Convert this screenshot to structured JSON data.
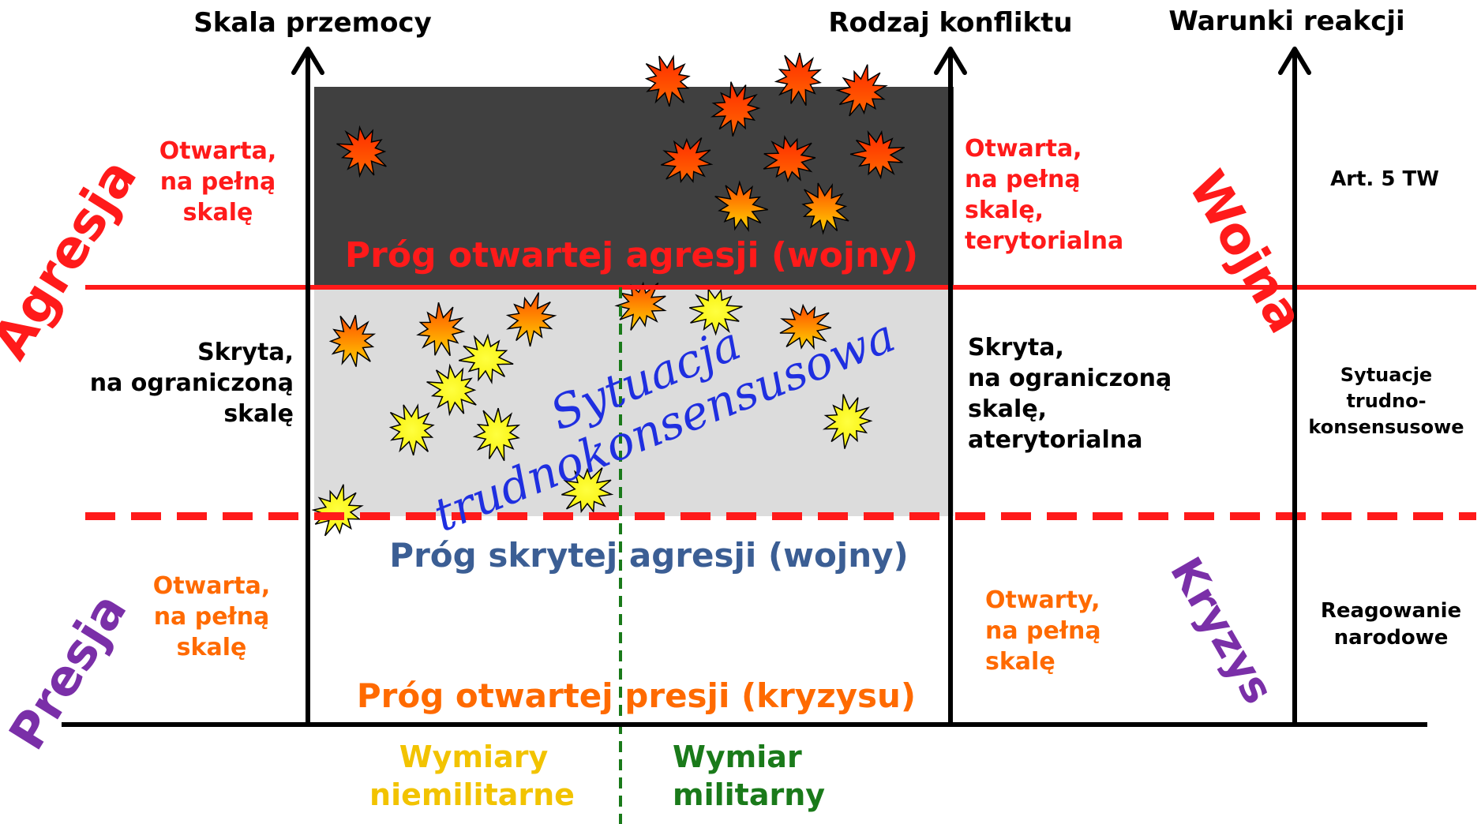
{
  "axes": {
    "violence_scale": "Skala przemocy",
    "conflict_type": "Rodzaj konfliktu",
    "reaction_conditions": "Warunki reakcji"
  },
  "side_labels": {
    "aggression": "Agresja",
    "pressure": "Presja",
    "war": "Wojna",
    "crisis": "Kryzys"
  },
  "left_column": {
    "open_aggression": [
      "Otwarta,",
      "na pełną",
      "skalę"
    ],
    "covert": [
      "Skryta,",
      "na ograniczoną",
      "skalę"
    ],
    "open_pressure": [
      "Otwarta,",
      "na pełną",
      "skalę"
    ]
  },
  "conflict_column": {
    "open_war": [
      "Otwarta,",
      "na pełną",
      "skalę,",
      "terytorialna"
    ],
    "covert_war": [
      "Skryta,",
      "na ograniczoną",
      "skalę,",
      "aterytorialna"
    ],
    "open_crisis": [
      "Otwarty,",
      "na pełną",
      "skalę"
    ]
  },
  "reaction_column": {
    "art5": "Art. 5 TW",
    "hard_consensus": [
      "Sytuacje",
      "trudno-",
      "konsensusowe"
    ],
    "national": [
      "Reagowanie",
      "narodowe"
    ]
  },
  "thresholds": {
    "open_aggression": "Próg otwartej agresji (wojny)",
    "covert_aggression": "Próg skrytej agresji (wojny)",
    "open_pressure": "Próg otwartej presji (kryzysu)"
  },
  "situation_label": [
    "Sytuacja",
    "trudnokonsensusowa"
  ],
  "dimensions": {
    "non_military": [
      "Wymiary",
      "niemilitarne"
    ],
    "military": [
      "Wymiar",
      "militarny"
    ]
  },
  "colors": {
    "red": "#ff1a1a",
    "orange": "#ff6a00",
    "purple": "#7a2fa8",
    "steel_blue": "#3b5e94",
    "navy_blue": "#1f2fe0",
    "yellow": "#f2c300",
    "green": "#1a7a1a",
    "dark_box": "#404040",
    "light_box": "#dcdcdc"
  },
  "icons": [
    "explosion-icon-red",
    "explosion-icon-orange",
    "explosion-icon-yellow"
  ]
}
